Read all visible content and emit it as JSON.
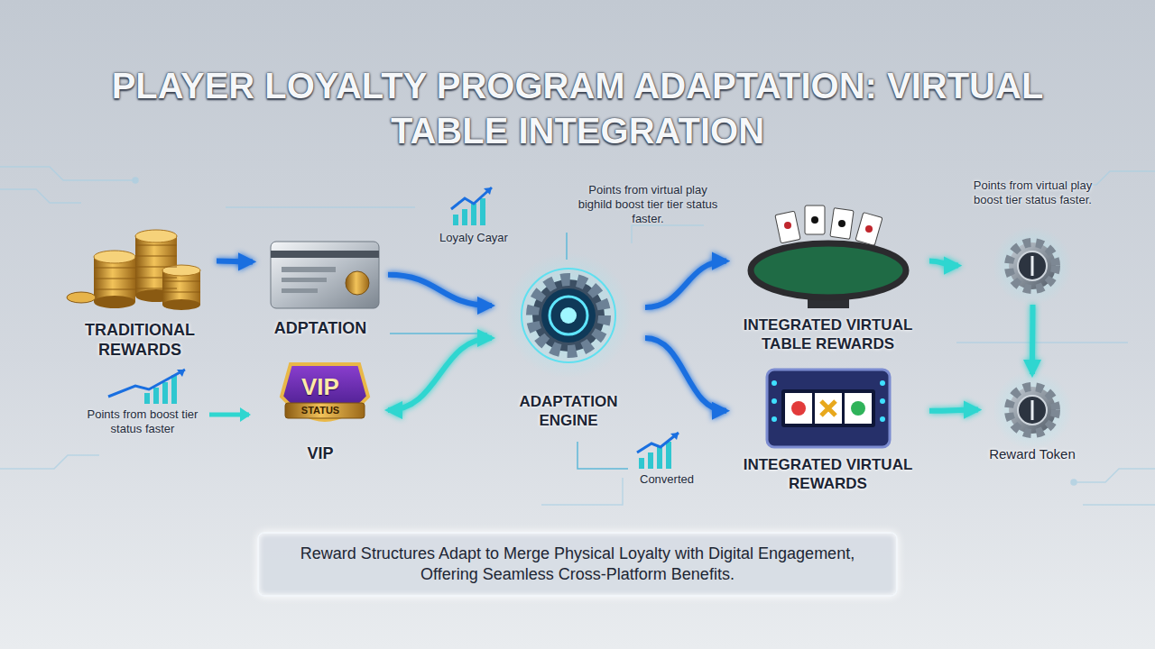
{
  "diagram": {
    "title": "PLAYER LOYALTY PROGRAM ADAPTATION: VIRTUAL TABLE INTEGRATION",
    "caption": "Reward Structures Adapt to Merge Physical Loyalty with Digital Engagement, Offering Seamless Cross-Platform Benefits.",
    "nodes": [
      {
        "text": [
          "TRADITIONAL REWARDS"
        ]
      },
      {
        "text": [
          "ADPTATION"
        ]
      },
      {
        "text": [
          "VIP",
          "STATUS",
          "VIP"
        ]
      },
      {
        "text": [
          "ADAPTATION ENGINE"
        ]
      },
      {
        "text": [
          "INTEGRATED VIRTUAL TABLE REWARDS"
        ]
      },
      {
        "text": [
          "INTEGRATED VIRTUAL REWARDS"
        ]
      },
      {
        "text": [
          "Points from virtual play boost tier status faster."
        ]
      },
      {
        "text": [
          "Reward Token"
        ]
      }
    ],
    "edges": [
      {
        "from": 0,
        "to": 1,
        "arrow": "to"
      },
      {
        "from": 1,
        "to": 3,
        "arrow": "to"
      },
      {
        "from": 2,
        "to": 3,
        "arrow": "both"
      },
      {
        "from": 3,
        "to": 4,
        "arrow": "to"
      },
      {
        "from": 3,
        "to": 5,
        "arrow": "to"
      },
      {
        "from": 4,
        "to": 6,
        "arrow": "to"
      },
      {
        "from": 6,
        "to": 7,
        "arrow": "to"
      },
      {
        "from": 5,
        "to": 7,
        "arrow": "to"
      }
    ],
    "labels": [
      "Loyaly Cayar",
      "Points from virtual play bighild boost tier tier status faster.",
      "Points from boost tier status faster",
      "Converted"
    ]
  }
}
